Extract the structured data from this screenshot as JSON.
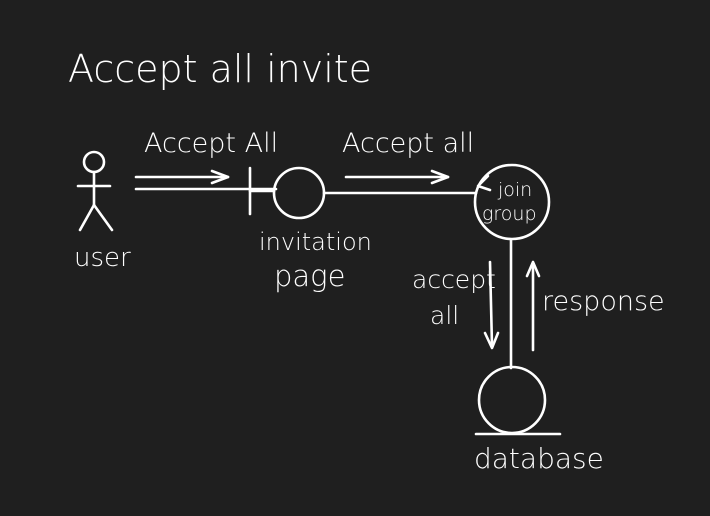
{
  "title": "Accept all invite",
  "nodes": {
    "user": "user",
    "invitation_page": [
      "invitation",
      "page"
    ],
    "join_group": [
      "join",
      "group"
    ],
    "database": "database"
  },
  "edges": {
    "user_to_page": "Accept All",
    "page_to_group": "Accept all",
    "group_to_db": [
      "accept",
      "all"
    ],
    "db_to_group": "response"
  }
}
